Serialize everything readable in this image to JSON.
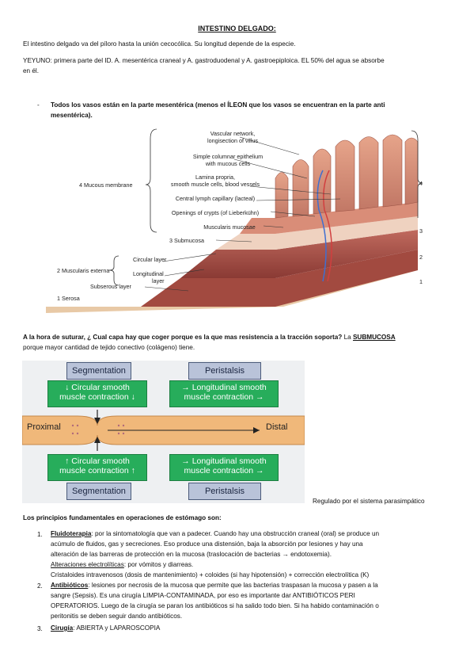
{
  "title": "INTESTINO DELGADO:",
  "intro": "El intestino delgado va del píloro hasta la unión cecocólica. Su longitud depende de la especie.",
  "yeyuno_line1": "YEYUNO: primera parte del ID. A. mesentérica craneal y A. gastroduodenal y  A. gastroepiploica. EL 50% del agua se absorbe",
  "yeyuno_line2": "en él.",
  "bullet_dash": "-",
  "bullet_line1": "Todos los vasos están en la parte mesentérica (menos el ÍLEON que los vasos se encuentran en la parte anti",
  "bullet_line2": "mesentérica).",
  "figure1": {
    "labels": {
      "vascular": "Vascular network,",
      "vascular2": "longisection of villus",
      "simple": "Simple columnar epithelium",
      "simple2": "with mucous cells",
      "lamina": "Lamina propria,",
      "lamina2": "smooth muscle cells, blood vessels",
      "central": "Central lymph capillary (lacteal)",
      "openings": "Openings of crypts (of Lieberkühn)",
      "muscularis_mucosae": "Muscularis mucosae",
      "submucosa": "3  Submucosa",
      "mucous_membrane": "4  Mucous membrane",
      "circular": "Circular layer",
      "muscularis_externa": "2  Muscularis externa",
      "longitudinal": "Longitudinal",
      "longitudinal2": "layer",
      "subserous": "Subserous layer",
      "serosa": "1  Serosa",
      "n4": "4",
      "n3": "3",
      "n2": "2",
      "n1": "1"
    }
  },
  "question_q": "A la hora de suturar, ¿ Cual capa hay que coger porque es la que mas resistencia a la tracción soporta?",
  "question_la": " La ",
  "question_answer": "SUBMUCOSA",
  "question_line2": "porque mayor cantidad de tejido conectivo (colágeno) tiene.",
  "figure2": {
    "seg_top": "Segmentation",
    "peri_top": "Peristalsis",
    "box_tl_1": "↓ Circular smooth",
    "box_tl_2": "muscle contraction ↓",
    "box_tr_1": "→ Longitudinal smooth",
    "box_tr_2": "muscle contraction →",
    "proximal": "Proximal",
    "distal": "Distal",
    "box_bl_1": "↑ Circular smooth",
    "box_bl_2": "muscle contraction ↑",
    "box_br_1": "→ Longitudinal smooth",
    "box_br_2": "muscle contraction →",
    "seg_bottom": "Segmentation",
    "peri_bottom": "Peristalsis",
    "colors": {
      "tag": "#b9c3d9",
      "box": "#27ad5b",
      "tube": "#f0b87a"
    }
  },
  "regulado": "Regulado por el sistema parasimpático",
  "principios": "Los principios fundamentales en operaciones de estómago son:",
  "items": {
    "n1": "1.",
    "i1_head": "Fluidoterapia",
    "i1_l1": ": por la sintomatología que van a padecer. Cuando hay una obstrucción craneal (oral) se produce un",
    "i1_l2": "acúmulo de fluidos, gas y secreciones. Eso produce una distensión, baja la absorción por lesiones y hay una",
    "i1_l3": "alteración de las barreras de protección en la mucosa (traslocación de bacterias → endotoxemia).",
    "i1_alt": "Alteraciones electrolíticas",
    "i1_alt_rest": ": por vómitos y diarreas.",
    "i1_l5": "Cristaloides intravenosos (dosis de mantenimiento) + coloides (si hay hipotensión) + corrección electrolítica (K)",
    "n2": "2.",
    "i2_head": "Antibióticos",
    "i2_l1": ": lesiones por necrosis de la mucosa que permite que las bacterias traspasan la mucosa y pasen a la",
    "i2_l2": "sangre (Sepsis). Es una cirugía LIMPIA-CONTAMINADA, por eso es importante dar ANTIBIÓTICOS PERI",
    "i2_l3": "OPERATORIOS. Luego de la cirugía se paran los antibióticos si ha salido todo bien. Si ha habido contaminación o",
    "i2_l4": "peritonitis se deben seguir dando antibióticos.",
    "n3": "3.",
    "i3_head": "Cirugía",
    "i3_rest": ": ABIERTA y LAPAROSCOPIA"
  }
}
